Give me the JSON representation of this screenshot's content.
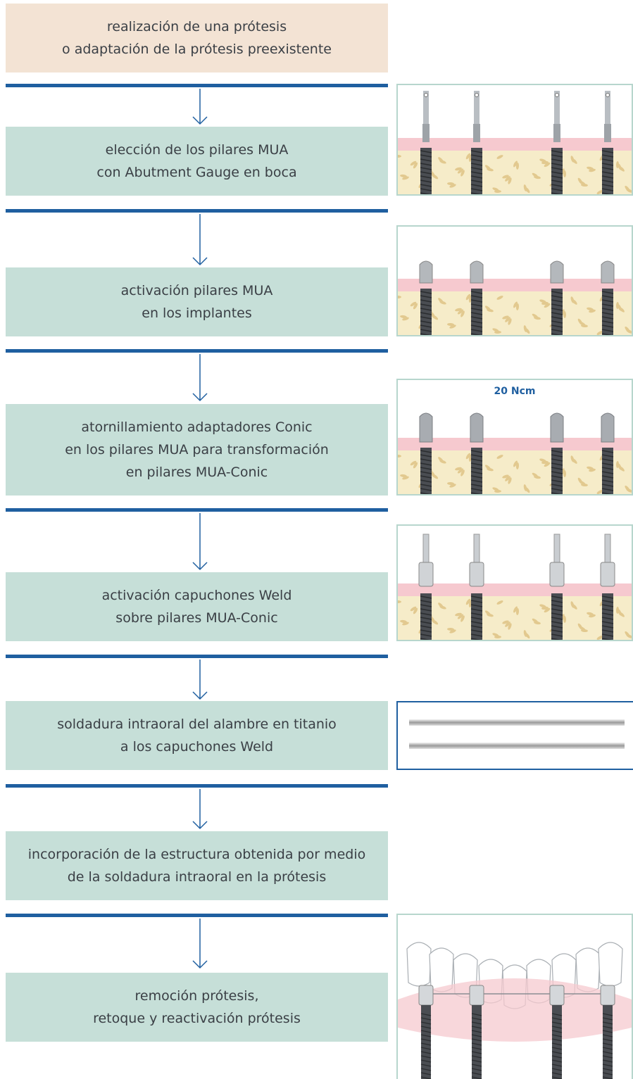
{
  "steps": [
    {
      "line1": "realización de una prótesis",
      "line2": "o adaptación de la prótesis preexistente"
    },
    {
      "line1": "elección de los pilares MUA",
      "line2": "con Abutment Gauge en boca"
    },
    {
      "line1": "activación pilares MUA",
      "line2": "en los implantes"
    },
    {
      "line1": "atornillamiento adaptadores Conic",
      "line2": "en los pilares MUA para transformación",
      "line3": "en pilares MUA-Conic"
    },
    {
      "line1": "activación capuchones Weld",
      "line2": "sobre pilares MUA-Conic"
    },
    {
      "line1": "soldadura intraoral del alambre en titanio",
      "line2": "a los capuchones Weld"
    },
    {
      "line1": "incorporación de la estructura obtenida por medio",
      "line2": "de la soldadura intraoral en la prótesis"
    },
    {
      "line1": "remoción prótesis,",
      "line2": "retoque y reactivación prótesis"
    }
  ],
  "illustrations": {
    "torque_label": "20 Ncm"
  },
  "colors": {
    "rule": "#1f5fa0",
    "first_box": "#f3e3d4",
    "step_box": "#c6dfd8",
    "gum": "#f6c9cf",
    "bone": "#f6ecc9"
  }
}
